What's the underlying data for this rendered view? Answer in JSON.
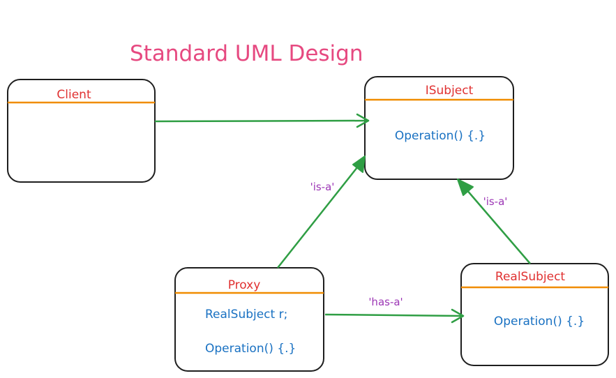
{
  "title": "Standard UML Design",
  "colors": {
    "title": "#e64980",
    "class_name": "#e03131",
    "member": "#1971c2",
    "separator": "#f08c00",
    "arrow": "#2f9e44",
    "relation_label": "#9c36b5",
    "box_border": "#1e1e1e"
  },
  "classes": {
    "client": {
      "name": "Client",
      "members": []
    },
    "isubject": {
      "name": "ISubject",
      "members": [
        "Operation() {.}"
      ]
    },
    "proxy": {
      "name": "Proxy",
      "members": [
        "RealSubject r;",
        "Operation() {.}"
      ]
    },
    "realsubject": {
      "name": "RealSubject",
      "members": [
        "Operation() {.}"
      ]
    }
  },
  "relations": {
    "client_to_isubject": {
      "from": "Client",
      "to": "ISubject",
      "label": ""
    },
    "proxy_to_isubject": {
      "from": "Proxy",
      "to": "ISubject",
      "label": "'is-a'"
    },
    "realsubject_to_isubject": {
      "from": "RealSubject",
      "to": "ISubject",
      "label": "'is-a'"
    },
    "proxy_to_realsubject": {
      "from": "Proxy",
      "to": "RealSubject",
      "label": "'has-a'"
    }
  }
}
